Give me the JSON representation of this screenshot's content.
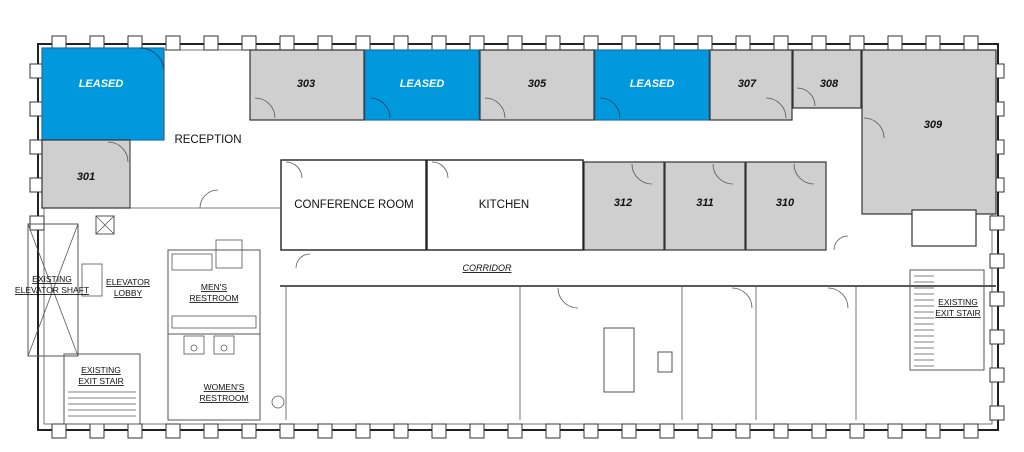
{
  "colors": {
    "leased": "#0099dd",
    "occupied_grey": "#cfcfcf",
    "wall": "#222222"
  },
  "labels": {
    "leased_1": "LEASED",
    "leased_2": "LEASED",
    "leased_3": "LEASED",
    "s301": "301",
    "s303": "303",
    "s305": "305",
    "s307": "307",
    "s308": "308",
    "s309": "309",
    "s310": "310",
    "s311": "311",
    "s312": "312",
    "reception": "RECEPTION",
    "conference_room": "CONFERENCE ROOM",
    "kitchen": "KITCHEN",
    "corridor": "CORRIDOR",
    "elevator_lobby_1": "ELEVATOR",
    "elevator_lobby_2": "LOBBY",
    "elevator_shaft_1": "EXISTING",
    "elevator_shaft_2": "ELEVATOR SHAFT",
    "exit_stair_left_1": "EXISTING",
    "exit_stair_left_2": "EXIT STAIR",
    "exit_stair_right_1": "EXISTING",
    "exit_stair_right_2": "EXIT STAIR",
    "mens_1": "MEN'S",
    "mens_2": "RESTROOM",
    "womens_1": "WOMEN'S",
    "womens_2": "RESTROOM"
  }
}
